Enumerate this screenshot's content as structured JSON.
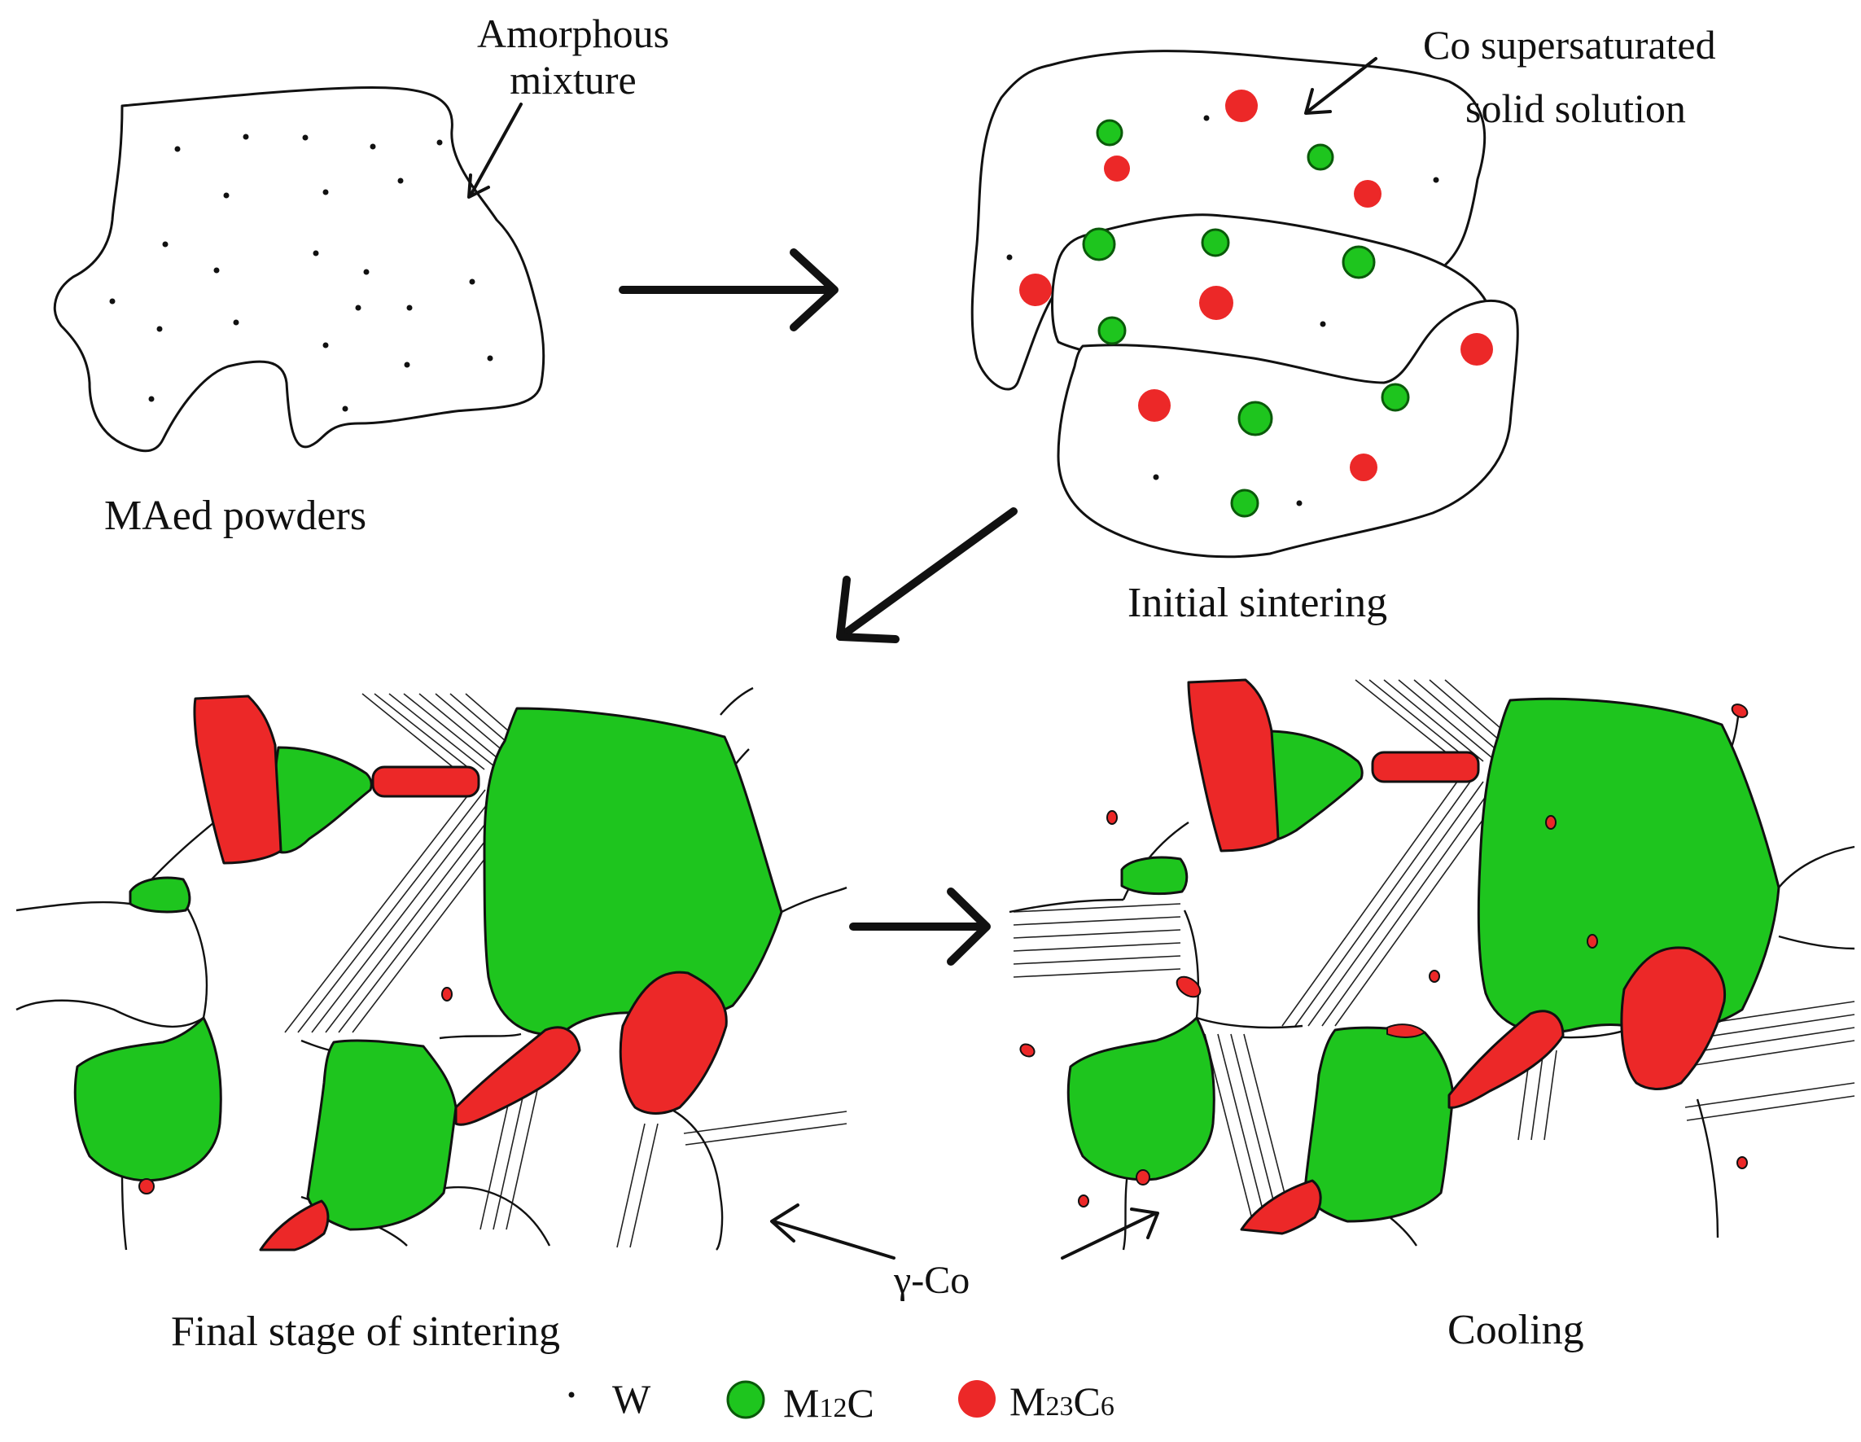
{
  "panels": {
    "maed": {
      "caption": "MAed powders",
      "annotation_line1": "Amorphous",
      "annotation_line2": "mixture"
    },
    "initial": {
      "caption": "Initial sintering",
      "annotation_line1": "Co  supersaturated",
      "annotation_line2": "solid solution"
    },
    "final": {
      "caption": "Final stage of sintering"
    },
    "cooling": {
      "caption": "Cooling"
    }
  },
  "phase_label": "γ-Co",
  "legend": {
    "w": {
      "symbol": "dot",
      "label": "W"
    },
    "m12c": {
      "symbol": "green-circle",
      "main": "M",
      "sub": "12",
      "tail": "C"
    },
    "m23c6": {
      "symbol": "red-circle",
      "main": "M",
      "sub1": "23",
      "mid": "C",
      "sub2": "6"
    }
  },
  "colors": {
    "m12c": "#1ec51e",
    "m23c6": "#ec2828",
    "outline": "#111111",
    "background": "#ffffff"
  }
}
